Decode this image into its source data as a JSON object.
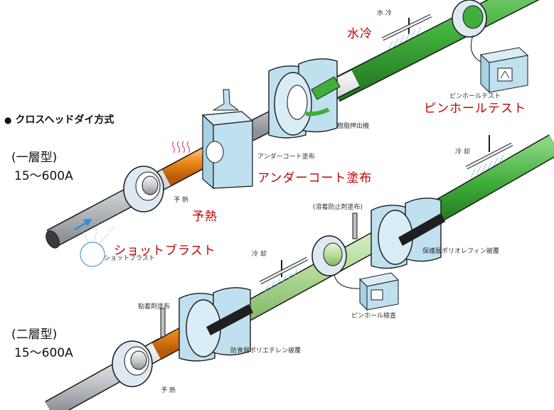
{
  "title": "クロスヘッドダイ方式",
  "top_line": {
    "type": "(一層型)",
    "range": "15～600A",
    "small_labels": {
      "water_cool": "水 冷",
      "pinhole_test": "ピンホールテスト",
      "resin_extruder": "樹脂押出機",
      "undercoat": "アンダーコート塗布",
      "preheat": "予 熱",
      "shot_blast": "ショットブラスト"
    },
    "callouts": {
      "water_cool": "水冷",
      "pinhole_test": "ピンホールテスト",
      "undercoat": "アンダーコート塗布",
      "preheat": "予熱",
      "shot_blast": "ショットブラスト"
    }
  },
  "bottom_line": {
    "type": "(二層型)",
    "range": "15～600A",
    "small_labels": {
      "cooling_right": "冷 却",
      "anti_fusion": "(溶着防止剤塗布)",
      "protective_layer": "保護層ポリオレフィン被覆",
      "cooling_mid": "冷 却",
      "pinhole_inspection": "ピンホール検査",
      "adhesive": "粘着剤塗布",
      "anticorrosion": "防食層ポリエチレン被覆",
      "preheat": "予 熱"
    }
  },
  "colors": {
    "pipe_gray": "#c9ccd0",
    "preheat_orange": "#f08a1c",
    "coat_green": "#3fae3a",
    "light_green": "#b8df9e",
    "die_blue": "#bfe0ef",
    "outline": "#1a1a1a",
    "callout_red": "#c00000",
    "arrow_blue": "#2a8fd6",
    "heat_pink": "#d4609a"
  }
}
